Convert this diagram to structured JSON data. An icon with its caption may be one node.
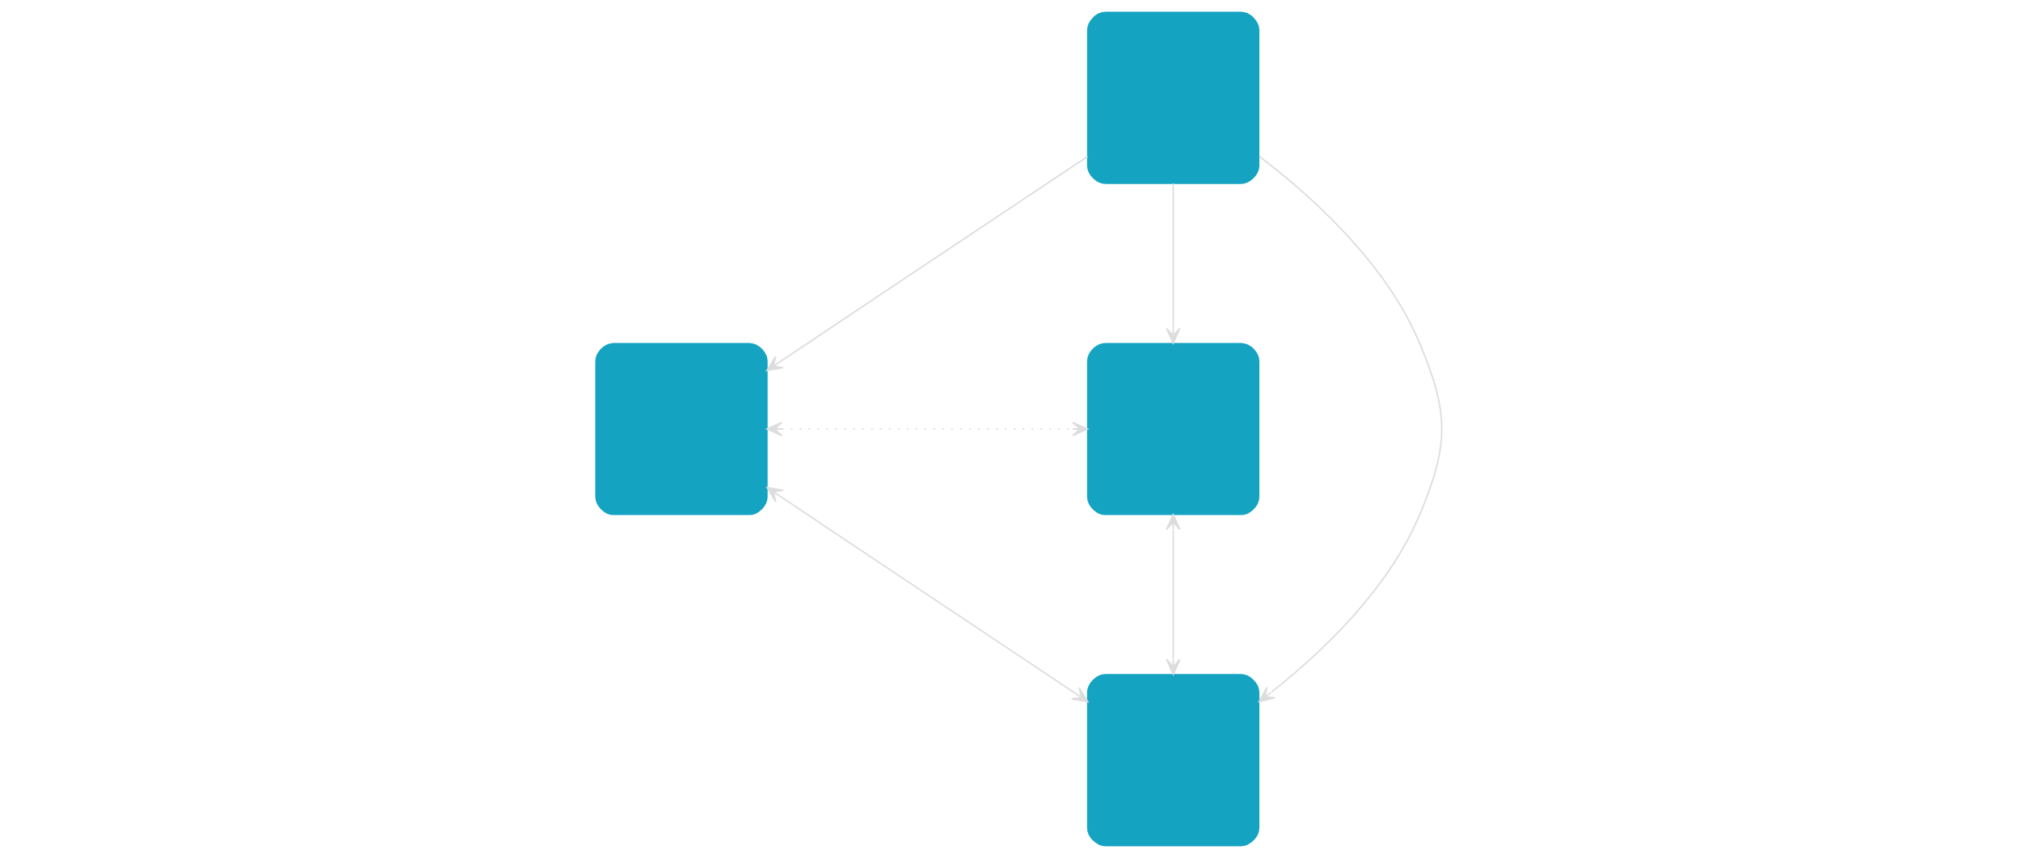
{
  "diagram": {
    "nodes": [
      {
        "text": [],
        "shape": "box"
      },
      {
        "text": [],
        "shape": "box"
      },
      {
        "text": [],
        "shape": "box"
      },
      {
        "text": [],
        "shape": "box"
      }
    ],
    "edges": [
      {
        "from": 0,
        "to": 1,
        "arrow": "to"
      },
      {
        "from": 0,
        "to": 2,
        "arrow": "to"
      },
      {
        "from": 0,
        "to": 3,
        "arrow": "to"
      },
      {
        "from": 1,
        "to": 3,
        "arrow": "both"
      },
      {
        "from": 2,
        "to": 3,
        "arrow": "both"
      },
      {
        "from": 1,
        "to": 2,
        "arrow": "both",
        "style": "dashed"
      }
    ]
  }
}
